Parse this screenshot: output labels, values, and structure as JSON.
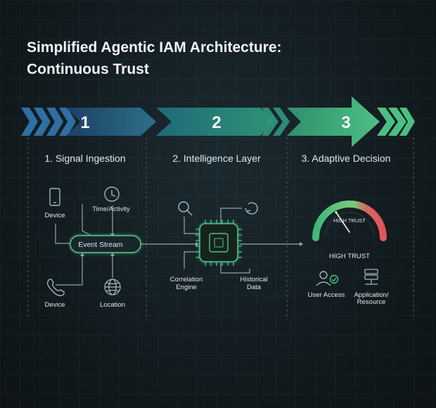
{
  "title": {
    "line1": "Simplified Agentic IAM Architecture:",
    "line2": "Continuous Trust"
  },
  "stages": [
    {
      "number": "1",
      "heading": "1. Signal Ingestion"
    },
    {
      "number": "2",
      "heading": "2. Intelligence Layer"
    },
    {
      "number": "3",
      "heading": "3. Adaptive Decision"
    }
  ],
  "ingestion": {
    "device_top": "Device",
    "time_activity": "Time/Activity",
    "event_stream": "Event Stream",
    "device_bottom": "Device",
    "location": "Location"
  },
  "intelligence": {
    "correlation_1": "Correlation",
    "correlation_2": "Engine",
    "historical_1": "Historical",
    "historical_2": "Data"
  },
  "decision": {
    "gauge_label": "HIGH TRUST",
    "trust_label": "HIGH TRUST",
    "user_access": "User Access",
    "app_1": "Application/",
    "app_2": "Resource"
  },
  "colors": {
    "stage1": "#2a5f8c",
    "stage2": "#2c8a70",
    "stage3": "#44b87c",
    "gauge_green": "#4ec486",
    "gauge_red": "#e0595e",
    "icon_line": "#9fb6bd",
    "chip_line": "#4fc08a"
  },
  "icons": [
    "phone-icon",
    "clock-icon",
    "telephone-icon",
    "globe-icon",
    "magnifier-icon",
    "refresh-icon",
    "chip-icon",
    "user-check-icon",
    "server-icon"
  ]
}
